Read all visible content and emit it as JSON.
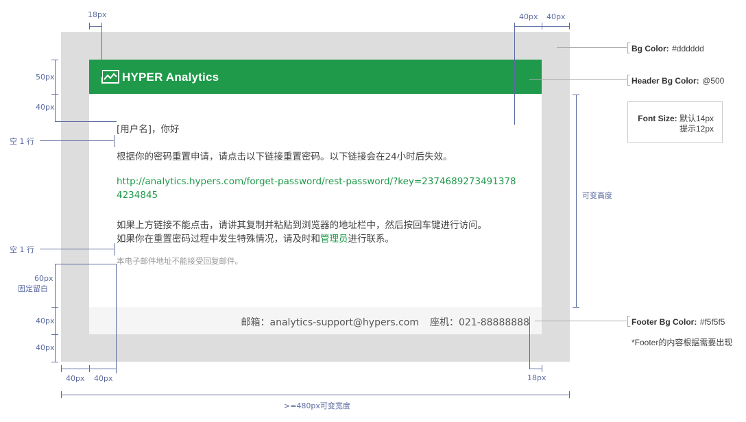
{
  "colors": {
    "bg": "#dddddd",
    "header_bg": "#1f9a4a",
    "footer_bg": "#f5f5f5",
    "dim_line": "#5b6aa0",
    "link": "#1f9a4a"
  },
  "email": {
    "brand": "HYPER Analytics",
    "greeting": "[用户名]，你好",
    "intro": "根据你的密码重置申请，请点击以下链接重置密码。以下链接会在24小时后失效。",
    "link_line1": "http://analytics.hypers.com/forget-password/rest-password/?key=2374689273491378",
    "link_line2": "4234845",
    "para2_line1": "如果上方链接不能点击，请讲其复制并粘贴到浏览器的地址栏中，然后按回车键进行访问。",
    "para2_line2_pre": "如果你在重置密码过程中发生特殊情况，请及时和",
    "para2_line2_link": "管理员",
    "para2_line2_post": "进行联系。",
    "hint": "本电子邮件地址不能接受回复邮件。",
    "footer_email": "邮箱：analytics-support@hypers.com",
    "footer_phone": "座机：021-88888888"
  },
  "dims": {
    "top_18": "18px",
    "top_40a": "40px",
    "top_40b": "40px",
    "left_50": "50px",
    "left_40": "40px",
    "blank1": "空 1 行",
    "blank2": "空 1 行",
    "left_60": "60px",
    "fixed_blank": "固定留白",
    "left_40b": "40px",
    "left_40c": "40px",
    "bottom_40a": "40px",
    "bottom_40b": "40px",
    "bottom_18": "18px",
    "variable_height": "可变高度",
    "min_width": ">=480px可变宽度"
  },
  "notes": {
    "bg_label": "Bg Color:",
    "bg_value": "#dddddd",
    "header_label": "Header Bg Color:",
    "header_value": "@500",
    "font_label": "Font Size:",
    "font_value1": "默认14px",
    "font_value2": "提示12px",
    "footer_label": "Footer Bg Color:",
    "footer_value": "#f5f5f5",
    "footer_note": "*Footer的内容根据需要出现"
  }
}
